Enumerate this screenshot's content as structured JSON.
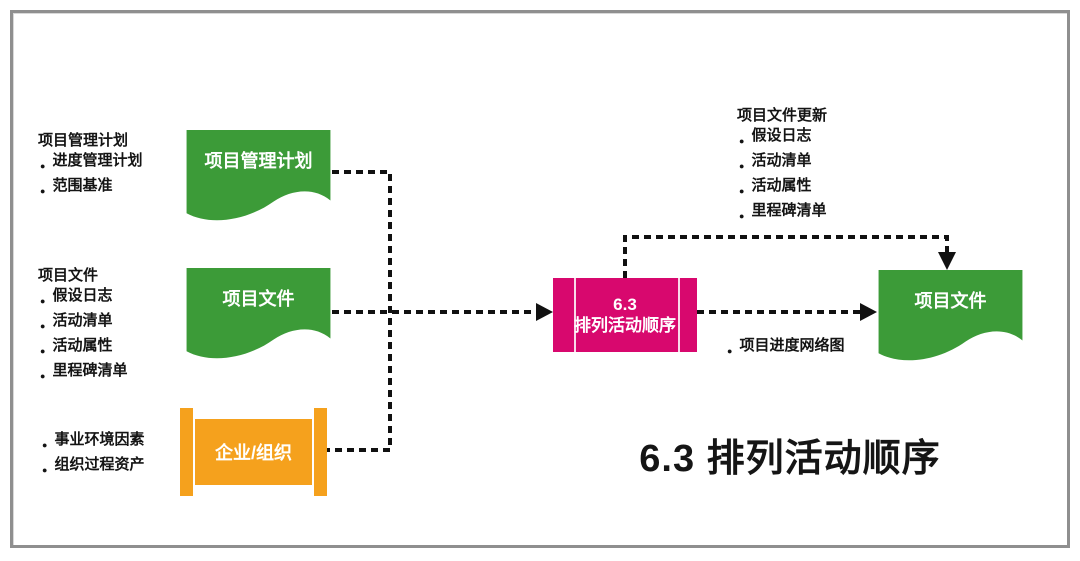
{
  "colors": {
    "green": "#3c9b38",
    "orange": "#f5a11d",
    "magenta": "#d8086e",
    "ink": "#111111",
    "border": "#8f8f8f"
  },
  "notes": {
    "plan": {
      "title": "项目管理计划",
      "items": [
        "进度管理计划",
        "范围基准"
      ]
    },
    "project_docs": {
      "title": "项目文件",
      "items": [
        "假设日志",
        "活动清单",
        "活动属性",
        "里程碑清单"
      ]
    },
    "enterprise": {
      "items": [
        "事业环境因素",
        "组织过程资产"
      ]
    },
    "doc_updates": {
      "title": "项目文件更新",
      "items": [
        "假设日志",
        "活动清单",
        "活动属性",
        "里程碑清单"
      ]
    },
    "network": {
      "items": [
        "项目进度网络图"
      ]
    }
  },
  "shapes": {
    "plan_doc": {
      "label": "项目管理计划"
    },
    "project_docs_doc": {
      "label": "项目文件"
    },
    "enterprise_shape": {
      "label": "企业/组织"
    },
    "process_box": {
      "line1": "6.3",
      "line2": "排列活动顺序"
    },
    "output_doc": {
      "label": "项目文件"
    }
  },
  "caption": "6.3 排列活动顺序"
}
